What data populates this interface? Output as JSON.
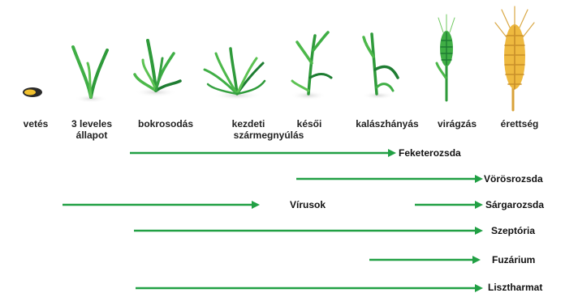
{
  "stages": [
    {
      "id": "vetes",
      "line1": "vetés",
      "line2": ""
    },
    {
      "id": "3-leveles",
      "line1": "3 leveles",
      "line2": "állapot"
    },
    {
      "id": "bokrosodas",
      "line1": "bokrosodás",
      "line2": ""
    },
    {
      "id": "kezdeti",
      "line1": "kezdeti",
      "line2": "szármegnyúlás"
    },
    {
      "id": "kesoi",
      "line1": "késői",
      "line2": ""
    },
    {
      "id": "kalaszhanyas",
      "line1": "kalászhányás",
      "line2": ""
    },
    {
      "id": "viragzas",
      "line1": "virágzás",
      "line2": ""
    },
    {
      "id": "erettseg",
      "line1": "érettség",
      "line2": ""
    }
  ],
  "diseases": [
    {
      "id": "feketerozsda",
      "name": "Feketerozsda"
    },
    {
      "id": "vorosrozsda",
      "name": "Vörösrozsda"
    },
    {
      "id": "virusok",
      "name": "Vírusok"
    },
    {
      "id": "sargarozsda",
      "name": "Sárgarozsda"
    },
    {
      "id": "szeptoria",
      "name": "Szeptória"
    },
    {
      "id": "fuzarium",
      "name": "Fuzárium"
    },
    {
      "id": "lisztharmat",
      "name": "Lisztharmat"
    }
  ],
  "colors": {
    "arrow": "#21a044",
    "leaf_light": "#4cb84a",
    "leaf_dark": "#1e7d32",
    "grain": "#e8b23a"
  }
}
